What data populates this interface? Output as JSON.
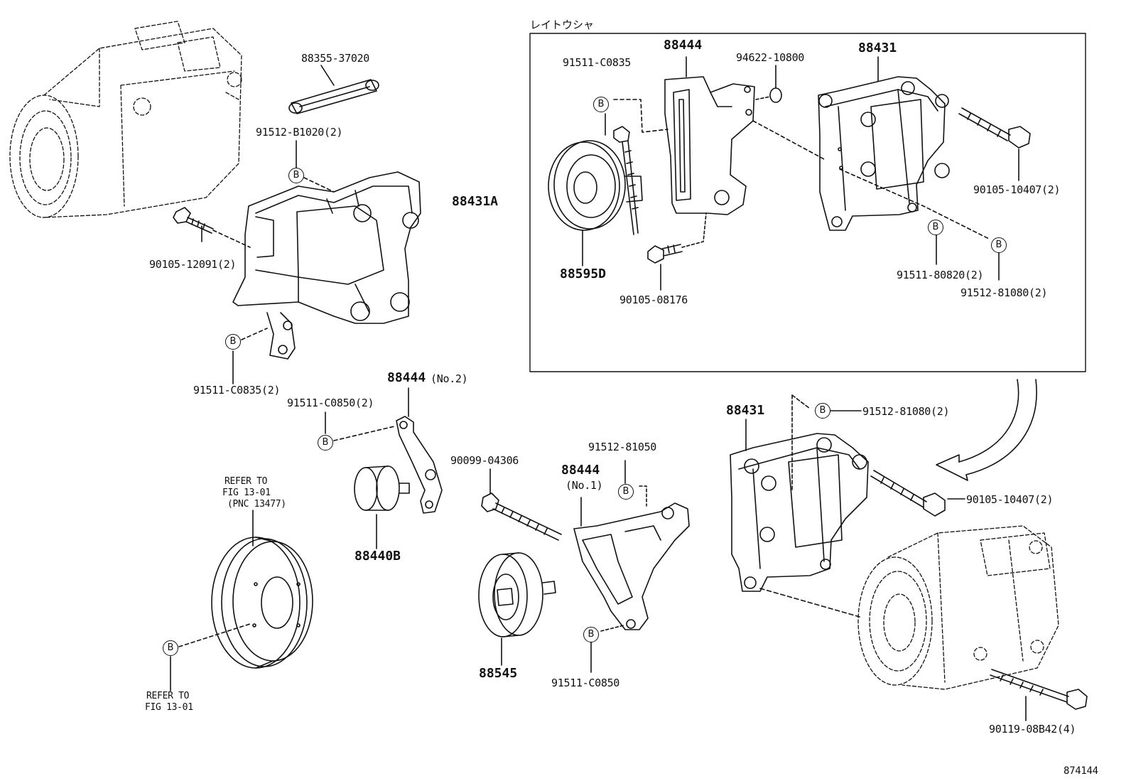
{
  "inset": {
    "title": "レイトウシャ"
  },
  "labels": {
    "p88355_37020": "88355-37020",
    "p91512_B1020": "91512-B1020(2)",
    "p88431A": "88431A",
    "p90105_12091": "90105-12091(2)",
    "p91511_C0835_2": "91511-C0835(2)",
    "p91511_C0850_2": "91511-C0850(2)",
    "p88444_no2": "88444",
    "p88444_no2_sub": "(No.2)",
    "p88440B": "88440B",
    "p90099_04306": "90099-04306",
    "p91512_81050": "91512-81050",
    "p88444_no1": "88444",
    "p88444_no1_sub": "(No.1)",
    "p88545": "88545",
    "p91511_C0850": "91511-C0850",
    "refer1_a": "REFER TO",
    "refer1_b": "FIG 13-01",
    "refer1_c": "(PNC 13477)",
    "refer2_a": "REFER TO",
    "refer2_b": "FIG 13-01",
    "p88431_main": "88431",
    "p91512_81080_main": "91512-81080(2)",
    "p90105_10407_main": "90105-10407(2)",
    "p90119_08B42": "90119-08B42(4)",
    "i91511_C0835": "91511-C0835",
    "i88444": "88444",
    "i94622_10800": "94622-10800",
    "i88431": "88431",
    "i90105_10407": "90105-10407(2)",
    "i88595D": "88595D",
    "i90105_08176": "90105-08176",
    "i91511_80820": "91511-80820(2)",
    "i91512_81080": "91512-81080(2)",
    "illustration_no": "874144"
  },
  "markers": {
    "b": "B"
  }
}
